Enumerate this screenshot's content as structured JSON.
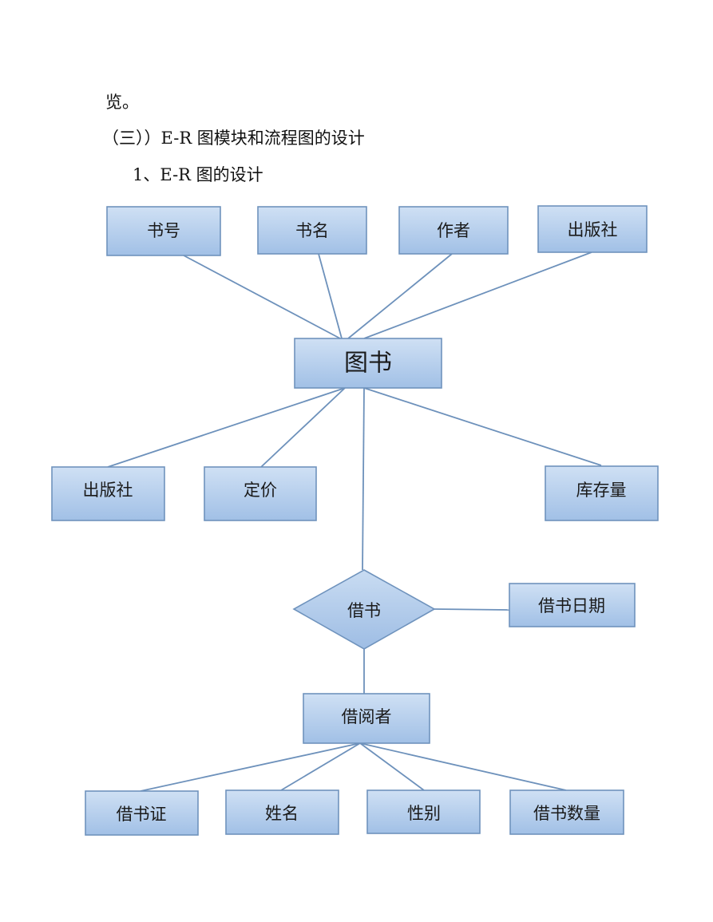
{
  "text": {
    "line1": "览。",
    "line2": "（三））E-R 图模块和流程图的设计",
    "line3": "1、E-R 图的设计"
  },
  "diagram": {
    "book_attrs": [
      "书号",
      "书名",
      "作者",
      "出版社"
    ],
    "book_entity": "图书",
    "book_attrs_lower": [
      "出版社",
      "定价",
      "库存量"
    ],
    "relationship": "借书",
    "relationship_attr": "借书日期",
    "reader_entity": "借阅者",
    "reader_attrs": [
      "借书证",
      "姓名",
      "性别",
      "借书数量"
    ]
  },
  "colors": {
    "box_fill_top": "#c9dcf2",
    "box_fill_bottom": "#a2c1e6",
    "stroke": "#6f93bd"
  }
}
